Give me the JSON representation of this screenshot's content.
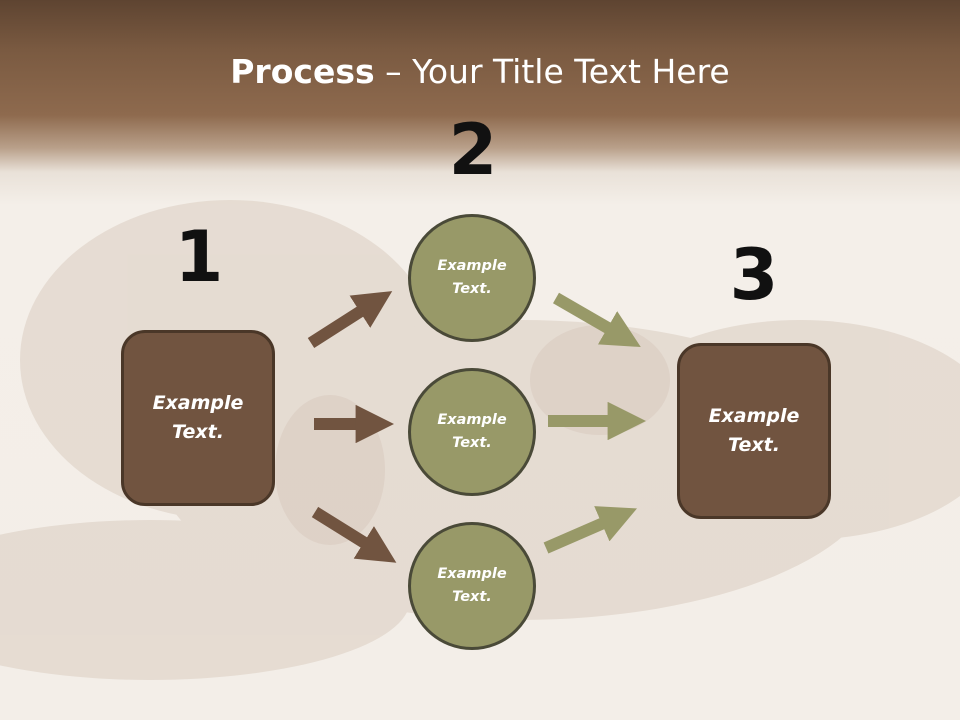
{
  "slide": {
    "title_bold": "Process",
    "title_rest": " – Your Title Text Here"
  },
  "steps": {
    "one": {
      "number": "1",
      "box": {
        "line1": "Example",
        "line2": "Text."
      }
    },
    "two": {
      "number": "2",
      "circles": [
        {
          "line1": "Example",
          "line2": "Text."
        },
        {
          "line1": "Example",
          "line2": "Text."
        },
        {
          "line1": "Example",
          "line2": "Text."
        }
      ]
    },
    "three": {
      "number": "3",
      "box": {
        "line1": "Example",
        "line2": "Text."
      }
    }
  },
  "colors": {
    "box_fill": "#715440",
    "circle_fill": "#989968",
    "arrow_brown": "#715440",
    "arrow_olive": "#989968"
  }
}
